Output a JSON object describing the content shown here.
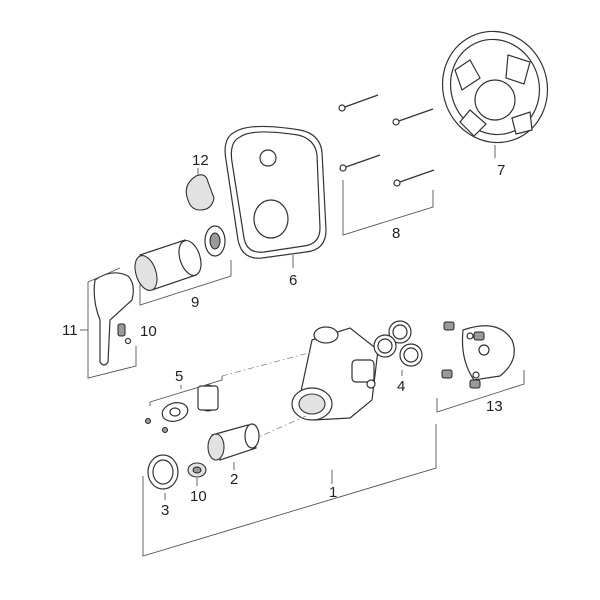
{
  "diagram": {
    "callouts": {
      "p1": "1",
      "p2": "2",
      "p3": "3",
      "p4": "4",
      "p5": "5",
      "p6": "6",
      "p7": "7",
      "p8": "8",
      "p9": "9",
      "p10a": "10",
      "p10b": "10",
      "p11": "11",
      "p12": "12",
      "p13": "13"
    }
  }
}
